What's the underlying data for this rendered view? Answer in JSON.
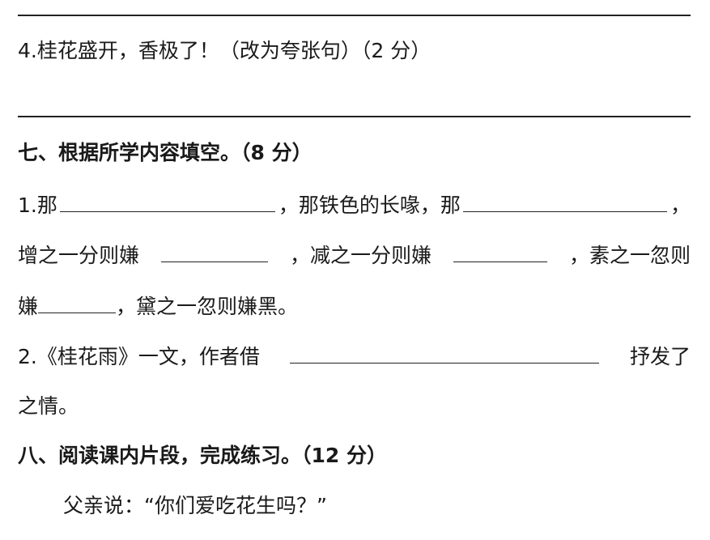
{
  "q4": {
    "text": "4.桂花盛开，香极了！（改为夸张句）（2 分）"
  },
  "section7": {
    "heading": "七、根据所学内容填空。（8 分）",
    "item1": {
      "prefix": "1.那",
      "middle": "，那铁色的长喙，那",
      "end": "，"
    },
    "item1_line2": {
      "a": "增之一分则嫌",
      "b": "，减之一分则嫌",
      "c": "，素之一忽则"
    },
    "item1_line3": {
      "a": "嫌",
      "b": "，黛之一忽则嫌黑。"
    },
    "item2": {
      "prefix": "2.《桂花雨》一文，作者借",
      "suffix": "抒发了"
    },
    "item2_line2": "之情。"
  },
  "section8": {
    "heading": "八、阅读课内片段，完成练习。（12 分）",
    "passage_line1": "父亲说：“你们爱吃花生吗？”"
  }
}
